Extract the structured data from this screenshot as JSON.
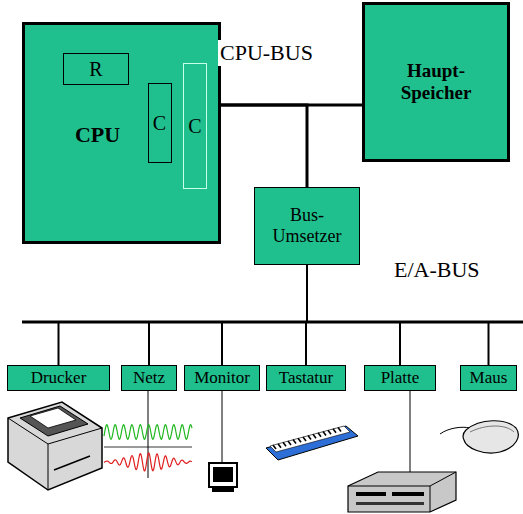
{
  "diagram": {
    "nodes": [
      {
        "text": [
          "CPU"
        ]
      },
      {
        "text": [
          "R"
        ],
        "in": 0
      },
      {
        "text": [
          "C"
        ],
        "in": 0
      },
      {
        "text": [
          "C"
        ],
        "in": 0
      },
      {
        "text": [
          "Haupt- Speicher"
        ]
      },
      {
        "text": [
          "Bus- Umsetzer"
        ]
      },
      {
        "text": [
          "Drucker"
        ]
      },
      {
        "text": [
          "Netz"
        ]
      },
      {
        "text": [
          "Monitor"
        ]
      },
      {
        "text": [
          "Tastatur"
        ]
      },
      {
        "text": [
          "Platte"
        ]
      },
      {
        "text": [
          "Maus"
        ]
      }
    ],
    "edges": [
      {
        "from": 0,
        "to": 4,
        "arrow": "none"
      },
      {
        "from": 0,
        "to": 5,
        "arrow": "none"
      },
      {
        "from": 5,
        "to": 6,
        "arrow": "none"
      },
      {
        "from": 5,
        "to": 7,
        "arrow": "none"
      },
      {
        "from": 5,
        "to": 8,
        "arrow": "none"
      },
      {
        "from": 5,
        "to": 9,
        "arrow": "none"
      },
      {
        "from": 5,
        "to": 10,
        "arrow": "none"
      },
      {
        "from": 5,
        "to": 11,
        "arrow": "none"
      }
    ],
    "labels": [
      "CPU-BUS",
      "E/A-BUS"
    ]
  }
}
